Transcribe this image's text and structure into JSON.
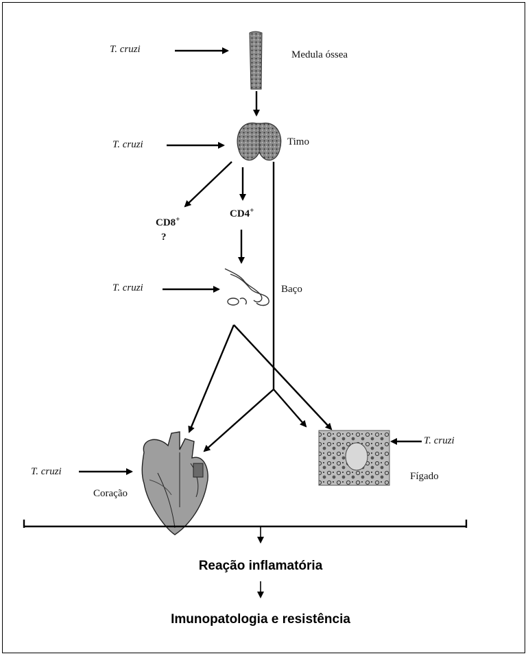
{
  "labels": {
    "tcruzi_1": "T. cruzi",
    "tcruzi_2": "T. cruzi",
    "tcruzi_3": "T. cruzi",
    "tcruzi_4": "T. cruzi",
    "tcruzi_5": "T. cruzi",
    "medula": "Medula óssea",
    "timo": "Timo",
    "cd8": "CD8",
    "cd8_sup": "+",
    "cd8_q": "?",
    "cd4": "CD4",
    "cd4_sup": "+",
    "baco": "Baço",
    "coracao": "Coração",
    "figado": "Fígado",
    "reacao": "Reação inflamatória",
    "imuno": "Imunopatologia e resistência"
  }
}
